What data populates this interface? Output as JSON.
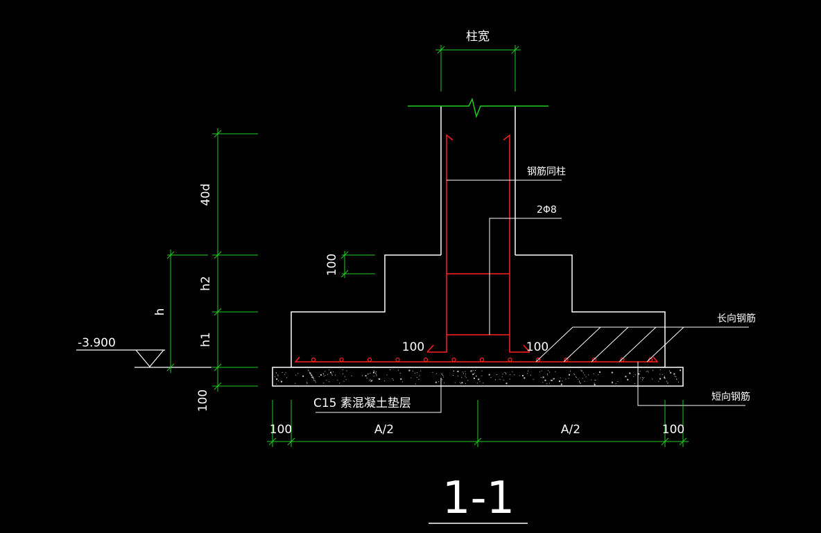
{
  "drawing": {
    "section_title": "1-1",
    "labels": {
      "column_width": "柱宽",
      "rebar_same_as_column": "钢筋同柱",
      "two_phi_8": "2Φ8",
      "long_rebar": "长向钢筋",
      "short_rebar": "短向钢筋",
      "cushion_layer": "C15 素混凝土垫层",
      "elevation": "-3.900"
    },
    "dimensions": {
      "anchorage": "40d",
      "h2": "h2",
      "h1": "h1",
      "h": "h",
      "cushion_thickness": "100",
      "step_100": "100",
      "hook_left_100": "100",
      "hook_right_100": "100",
      "margin_left_100": "100",
      "margin_right_100": "100",
      "half_A_left": "A/2",
      "half_A_right": "A/2"
    }
  }
}
